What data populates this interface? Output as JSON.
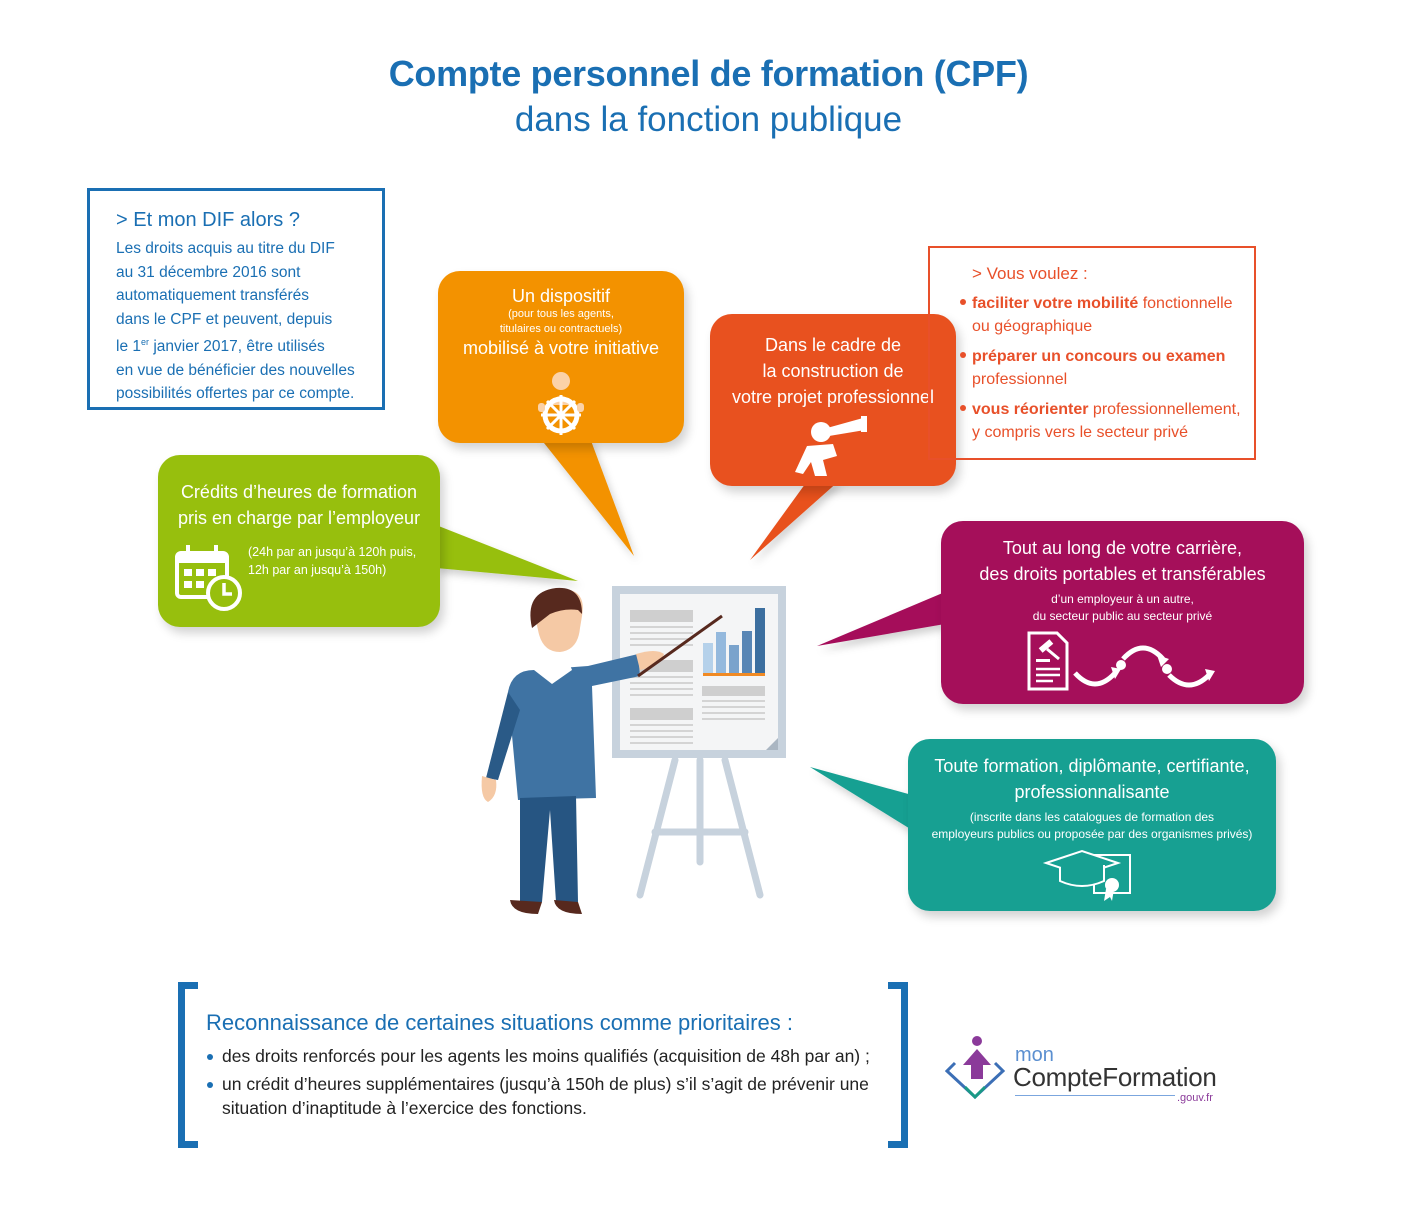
{
  "header": {
    "title": "Compte personnel de formation (CPF)",
    "subtitle": "dans la fonction publique"
  },
  "dif_box": {
    "heading": "> Et mon DIF alors ?",
    "lines": [
      "Les droits acquis au titre du DIF",
      "au 31 décembre 2016 sont",
      "automatiquement transférés",
      "dans le CPF et peuvent, depuis",
      "le 1",
      "er",
      " janvier 2017, être utilisés",
      "en vue de bénéficier des nouvelles",
      "possibilités offertes par ce compte."
    ],
    "color": "#1a6fb3"
  },
  "bubbles": {
    "dispositif": {
      "title1": "Un dispositif",
      "sub1": "(pour tous les agents,",
      "sub2": "titulaires ou contractuels)",
      "title2": "mobilisé à votre initiative",
      "icon": "helm-person-icon",
      "color": "#f39200"
    },
    "projet": {
      "line1": "Dans le cadre de",
      "line2": "la construction de",
      "line3": "votre projet professionnel",
      "icon": "telescope-person-icon",
      "color": "#e8511f"
    },
    "credits": {
      "line1": "Crédits d’heures de formation",
      "line2": "pris en charge par l’employeur",
      "sub1": "(24h par an jusqu’à 120h puis,",
      "sub2": "12h par an jusqu’à 150h)",
      "icon": "calendar-clock-icon",
      "color": "#97bf0d"
    },
    "carriere": {
      "line1": "Tout au long de votre carrière,",
      "line2": "des droits portables et transférables",
      "sub1": "d’un employeur à un autre,",
      "sub2": "du secteur public au secteur privé",
      "icon": "document-gavel-transfer-icon",
      "color": "#a50f5a"
    },
    "formation": {
      "line1": "Toute formation, diplômante, certifiante,",
      "line2": "professionnalisante",
      "sub1": "(inscrite dans les catalogues de formation des",
      "sub2": "employeurs publics ou proposée par des organismes privés)",
      "icon": "graduation-cap-diploma-icon",
      "color": "#17a092"
    }
  },
  "vous_voulez": {
    "heading": "> Vous voulez :",
    "items": [
      {
        "bold": "faciliter votre mobilité",
        "rest": " fonctionnelle",
        "line2": "ou géographique"
      },
      {
        "bold": "préparer un concours ou examen",
        "rest": "",
        "line2": "professionnel"
      },
      {
        "bold": "vous réorienter",
        "rest": " professionnellement,",
        "line2": "y compris vers le secteur privé"
      }
    ],
    "color": "#e8502a"
  },
  "priorities": {
    "heading": "Reconnaissance de certaines situations comme prioritaires :",
    "items": [
      "des droits renforcés pour les agents les moins qualifiés (acquisition de 48h par an) ;",
      "un crédit d’heures supplémentaires (jusqu’à 150h de plus) s’il s’agit de prévenir une situation d’inaptitude à l’exercice des fonctions."
    ]
  },
  "logo": {
    "mon": "mon",
    "name": "CompteFormation",
    "domain": ".gouv.fr"
  },
  "illustration": {
    "description": "presenter-with-easel-chart",
    "chart_bar_heights": [
      0.45,
      0.6,
      0.42,
      0.62,
      1.0
    ]
  }
}
